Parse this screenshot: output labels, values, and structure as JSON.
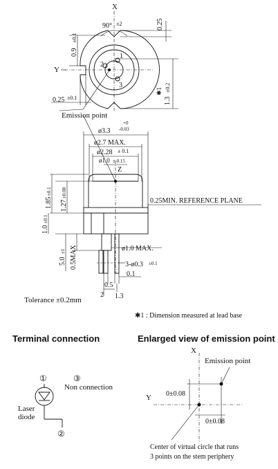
{
  "top_view": {
    "axis_x": "X",
    "axis_y": "Y",
    "angle": "90°",
    "angle_tol": "±2",
    "dim_025_top": "0.25",
    "dim_09": "0.9",
    "dim_09_tol": "±0.1",
    "dim_13": "1.3",
    "dim_13_tol": "±0.2",
    "dim_13_note": "✱1",
    "dim_025_left": "0.25",
    "dim_025_left_tol": "±0.1",
    "pin_1": "1",
    "pin_2": "2",
    "pin_3": "3",
    "emission_point": "Emission point"
  },
  "side_view": {
    "d33": "ø3.3",
    "d33_tol_top": "+0",
    "d33_tol_bot": "-0.03",
    "d27": "ø2.7  MAX.",
    "d228": "ø2.28",
    "d228_tol": "± 0.1",
    "d10": "ø1.0",
    "d10_tol": "± 0.15",
    "axis_z": "Z",
    "h185": "1.85",
    "h185_tol": "±0.1",
    "h127": "1.27",
    "h127_tol": "±0.08",
    "h10": "1.0",
    "h10_tol": "±0.1",
    "h50": "5.0",
    "h50_tol": "±1",
    "h05max": "0.5MAX",
    "ref_plane": "0.25MIN.  REFERENCE PLANE",
    "lead_d": "ø1.0  MAX.",
    "lead_pins": "3-ø0.3",
    "lead_pins_tol": "±0.1",
    "dim_01": "0.1",
    "dim_05": "0.5",
    "dim_2": "2",
    "dim_13": "1.3"
  },
  "tolerance": "Tolerance   ±0.2mm",
  "footnote": "✱1 : Dimension measured at lead base",
  "terminal": {
    "title": "Terminal connection",
    "c1": "①",
    "c2": "②",
    "c3": "③",
    "non_conn": "Non connection",
    "laser_line1": "Laser",
    "laser_line2": "diode"
  },
  "enlarged": {
    "title": "Enlarged view of emission point",
    "axis_x": "X",
    "axis_y": "Y",
    "emission_point": "Emission point",
    "dim_v": "0±0.08",
    "dim_h": "0±0.08",
    "center_line1": "Center of virtual circle that runs",
    "center_line2": "3 points on the stem periphery"
  }
}
